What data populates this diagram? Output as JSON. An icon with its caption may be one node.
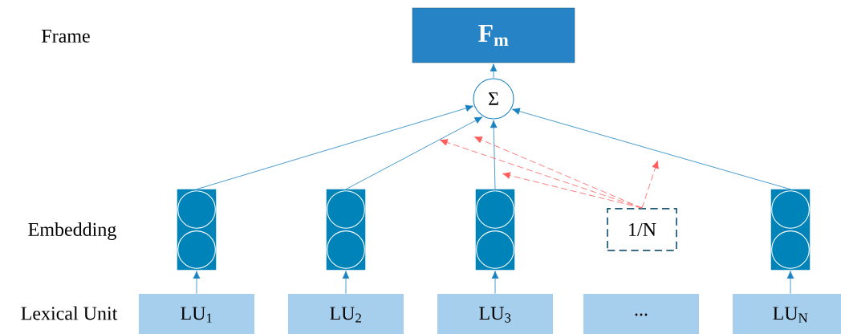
{
  "diagram": {
    "nodes": [
      {
        "text": [
          "F$_{m}$"
        ]
      },
      {
        "text": [
          "Σ"
        ]
      },
      {
        "text": [],
        "shape": "bar"
      },
      {
        "text": [],
        "shape": "bar"
      },
      {
        "text": [],
        "shape": "bar"
      },
      {
        "text": [
          "1/N"
        ]
      },
      {
        "text": [],
        "shape": "bar"
      },
      {
        "text": [
          "LU$_{1}$"
        ]
      },
      {
        "text": [
          "LU$_{2}$"
        ]
      },
      {
        "text": [
          "LU$_{3}$"
        ]
      },
      {
        "text": [
          "..."
        ]
      },
      {
        "text": [
          "LU$_{N}$"
        ]
      }
    ],
    "edges": [
      {
        "from": 1,
        "to": 0,
        "arrow": "to"
      },
      {
        "from": 2,
        "to": 1,
        "arrow": "to"
      },
      {
        "from": 3,
        "to": 1,
        "arrow": "to"
      },
      {
        "from": 4,
        "to": 1,
        "arrow": "to"
      },
      {
        "from": 6,
        "to": 1,
        "arrow": "to"
      },
      {
        "from": 7,
        "to": 2,
        "arrow": "to"
      },
      {
        "from": 8,
        "to": 3,
        "arrow": "to"
      },
      {
        "from": 9,
        "to": 4,
        "arrow": "to"
      },
      {
        "from": 11,
        "to": 6,
        "arrow": "to"
      },
      {
        "from": 5,
        "to": null,
        "arrow": "to",
        "style": "dashed",
        "color": "#ff5a5a"
      },
      {
        "from": 5,
        "to": null,
        "arrow": "to",
        "style": "dashed",
        "color": "#ff5a5a"
      },
      {
        "from": 5,
        "to": null,
        "arrow": "to",
        "style": "dashed",
        "color": "#ff5a5a"
      },
      {
        "from": 5,
        "to": null,
        "arrow": "to",
        "style": "dashed",
        "color": "#ff5a5a"
      }
    ],
    "labels": [
      "Frame",
      "Embedding",
      "Lexical Unit"
    ]
  }
}
